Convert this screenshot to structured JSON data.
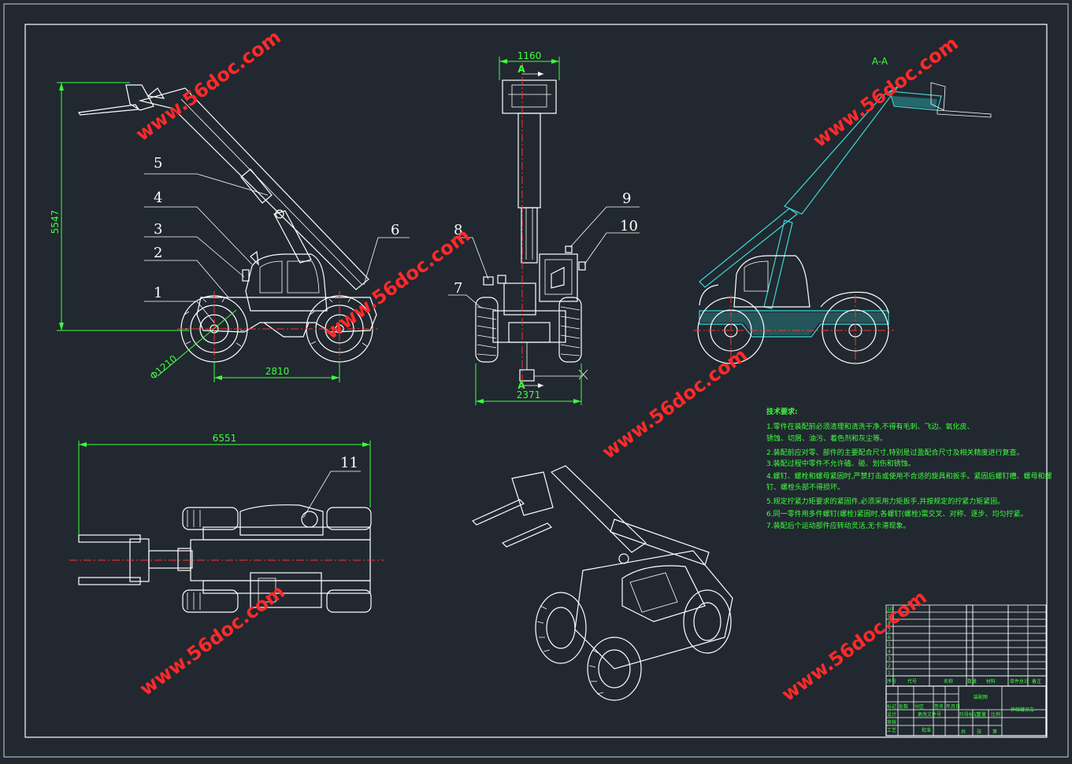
{
  "dimensions": {
    "height_left": "5547",
    "wheel_dia": "Φ1210",
    "wheelbase": "2810",
    "front_width_top": "1160",
    "front_width_bottom": "2371",
    "top_length": "6551"
  },
  "section": {
    "label": "A-A",
    "marker_top": "A",
    "marker_bottom": "A"
  },
  "part_numbers": [
    "1",
    "2",
    "3",
    "4",
    "5",
    "6",
    "7",
    "8",
    "9",
    "10",
    "11"
  ],
  "watermark": "www.56doc.com",
  "tech_requirements": {
    "title": "技术要求:",
    "lines": [
      "1.零件在装配前必须清理和清洗干净,不得有毛刺、飞边、氧化皮、",
      "锈蚀、切屑、油污、着色剂和灰尘等。",
      "2.装配前应对零、部件的主要配合尺寸,特别是过盈配合尺寸及相关精度进行复查。",
      "3.装配过程中零件不允许磕、碰、划伤和锈蚀。",
      "4.螺钉、螺栓和螺母紧固时,严禁打击或使用不合适的旋具和扳手。紧固后螺钉槽、螺母和螺",
      "钉、螺栓头部不得损坏。",
      "5.规定拧紧力矩要求的紧固件,必须采用力矩扳手,并按规定的拧紧力矩紧固。",
      "6.同一零件用多件螺钉(螺栓)紧固时,各螺钉(螺栓)需交叉、对称、逐步、均匀拧紧。",
      "7.装配后个运动部件应转动灵活,无卡滞现象。"
    ]
  },
  "title_block": {
    "header": [
      "序号",
      "代号",
      "名称",
      "数量",
      "材料",
      "单件",
      "总计",
      "备注"
    ],
    "rows": [
      "10",
      "9",
      "8",
      "7",
      "6",
      "5",
      "4",
      "3",
      "2",
      "1"
    ],
    "drawing_type": "装配图",
    "drawing_name": "伸缩臂叉车",
    "cells": [
      "标记",
      "处数",
      "分区",
      "更改文件号",
      "签名",
      "年月日",
      "设计",
      "审核",
      "工艺",
      "批准",
      "阶段标记",
      "重量",
      "比例",
      "共",
      "张",
      "第"
    ]
  }
}
